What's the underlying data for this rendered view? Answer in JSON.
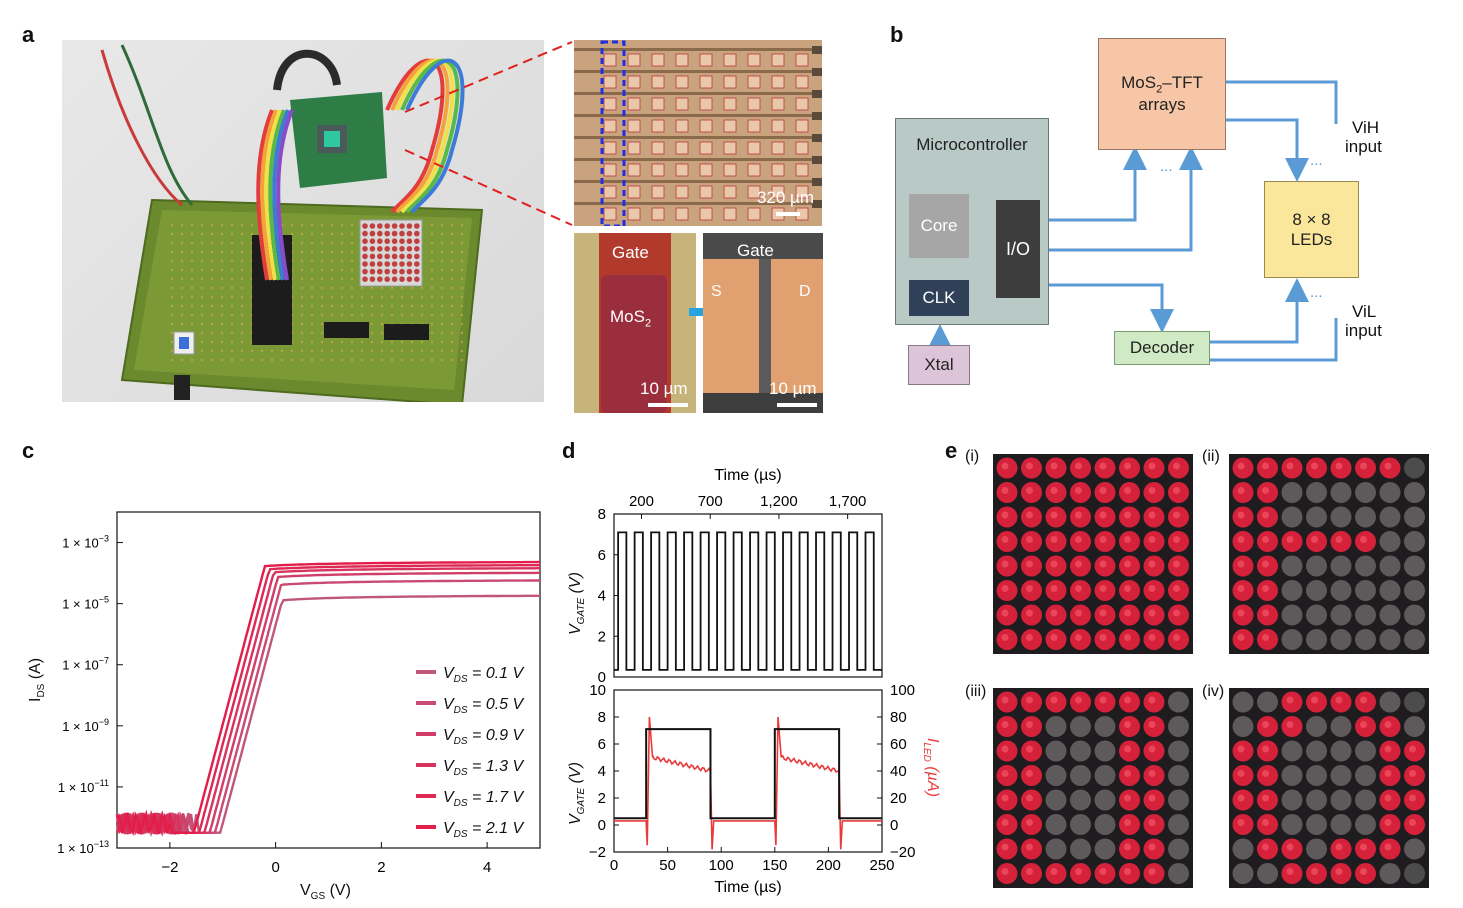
{
  "panels": {
    "a": "a",
    "b": "b",
    "c": "c",
    "d": "d",
    "e": "e"
  },
  "panel_a": {
    "scale_320": "320 µm",
    "gate_left": "Gate",
    "mos2_main": "MoS",
    "mos2_sub": "2",
    "scale_10_left": "10 µm",
    "gate_right": "Gate",
    "s_label": "S",
    "d_label": "D",
    "scale_10_right": "10 µm"
  },
  "panel_b": {
    "microcontroller": "Microcontroller",
    "core": "Core",
    "clk": "CLK",
    "io": "I/O",
    "xtal": "Xtal",
    "tft_line1_main": "MoS",
    "tft_line1_sub": "2",
    "tft_line1_rest": "–TFT",
    "tft_line2": "arrays",
    "leds_line1": "8 × 8",
    "leds_line2": "LEDs",
    "decoder": "Decoder",
    "vih1": "ViH",
    "vih2": "input",
    "vil1": "ViL",
    "vil2": "input",
    "dots": "..."
  },
  "panel_e": {
    "i": "(i)",
    "ii": "(ii)",
    "iii": "(iii)",
    "iv": "(iv)"
  },
  "chart_data": [
    {
      "type": "line",
      "panel": "c",
      "xlabel": "V",
      "xlabel_sub": "GS",
      "xlabel_unit": " (V)",
      "ylabel": "I",
      "ylabel_sub": "DS",
      "ylabel_unit": " (A)",
      "xlim": [
        -3,
        5
      ],
      "ylim_log10": [
        -13,
        -2
      ],
      "x_ticks": [
        -2,
        0,
        2,
        4
      ],
      "x_tick_labels": [
        "−2",
        "0",
        "2",
        "4"
      ],
      "y_ticks_log10": [
        -13,
        -11,
        -9,
        -7,
        -5,
        -3
      ],
      "y_tick_mantissa": "1 × 10",
      "y_tick_exponents": [
        "−13",
        "−11",
        "−9",
        "−7",
        "−5",
        "−3"
      ],
      "series": [
        {
          "name": "V",
          "name_sub": "DS",
          "name_value": " = 0.1 V",
          "color": "#c0577a",
          "vth": -1.0,
          "isat_log10": -4.7
        },
        {
          "name": "V",
          "name_sub": "DS",
          "name_value": " = 0.5 V",
          "color": "#c94a72",
          "vth": -1.1,
          "isat_log10": -4.2
        },
        {
          "name": "V",
          "name_sub": "DS",
          "name_value": " = 0.9 V",
          "color": "#d03e68",
          "vth": -1.2,
          "isat_log10": -3.95
        },
        {
          "name": "V",
          "name_sub": "DS",
          "name_value": " = 1.3 V",
          "color": "#d7335e",
          "vth": -1.3,
          "isat_log10": -3.8
        },
        {
          "name": "V",
          "name_sub": "DS",
          "name_value": " = 1.7 V",
          "color": "#de2854",
          "vth": -1.4,
          "isat_log10": -3.7
        },
        {
          "name": "V",
          "name_sub": "DS",
          "name_value": " = 2.1 V",
          "color": "#e31d4a",
          "vth": -1.5,
          "isat_log10": -3.6
        }
      ],
      "noise_floor_log10": -12.2
    },
    {
      "type": "line",
      "panel": "d-top",
      "top_axis_label": "Time (µs)",
      "top_ticks": [
        200,
        700,
        1200,
        1700
      ],
      "top_tick_labels": [
        "200",
        "700",
        "1,200",
        "1,700"
      ],
      "xlim": [
        0,
        1950
      ],
      "ylim": [
        0,
        8
      ],
      "y_ticks": [
        0,
        2,
        4,
        6,
        8
      ],
      "ylabel": "V",
      "ylabel_sub": "GATE",
      "ylabel_unit": " (V)",
      "high": 7.1,
      "low": 0.35,
      "period_us": 120,
      "duty": 0.5,
      "start_us": 30
    },
    {
      "type": "line",
      "panel": "d-bottom",
      "xlabel": "Time (µs)",
      "xlim": [
        0,
        250
      ],
      "x_ticks": [
        0,
        50,
        100,
        150,
        200,
        250
      ],
      "ylim_left": [
        -2,
        10
      ],
      "y_ticks_left": [
        -2,
        0,
        2,
        4,
        6,
        8,
        10
      ],
      "y_tick_labels_left": [
        "−2",
        "0",
        "2",
        "4",
        "6",
        "8",
        "10"
      ],
      "ylabel_left": "V",
      "ylabel_left_sub": "GATE",
      "ylabel_left_unit": " (V)",
      "ylim_right": [
        -20,
        100
      ],
      "y_ticks_right": [
        -20,
        0,
        20,
        40,
        60,
        80,
        100
      ],
      "y_tick_labels_right": [
        "−20",
        "0",
        "20",
        "40",
        "60",
        "80",
        "100"
      ],
      "ylabel_right": "I",
      "ylabel_right_sub": "LED",
      "ylabel_right_unit": " (µA)",
      "series": [
        {
          "name": "VGATE",
          "color": "#111111",
          "high": 7.1,
          "low": 0.5,
          "edges": [
            30,
            90,
            150,
            210
          ]
        },
        {
          "name": "ILED",
          "color": "#e83a3a",
          "spike": 80,
          "start": 50,
          "end": 40,
          "neg_spike": -18,
          "base": 3,
          "edges": [
            30,
            90,
            150,
            210
          ]
        }
      ]
    }
  ],
  "led_patterns": {
    "i": [
      "11111111",
      "11111111",
      "11111111",
      "11111111",
      "11111111",
      "11111111",
      "11111111",
      "11111111"
    ],
    "ii": [
      "1111111b",
      "11000000",
      "11000000",
      "11111100",
      "11000000",
      "11000000",
      "11000000",
      "11000000"
    ],
    "iii": [
      "11111110",
      "11000110",
      "11000110",
      "11000110",
      "11000110",
      "11000110",
      "11000110",
      "11111110"
    ],
    "iv": [
      "0011110b",
      "01100110",
      "11000011",
      "11000011",
      "11000011",
      "11000011",
      "01101110",
      "0011110b"
    ]
  },
  "colors": {
    "tft": "#f7c6a6",
    "leds": "#fbe79c",
    "decoder": "#cfeac4",
    "xtal": "#dcc5d9",
    "micro": "#b8c9c6",
    "core": "#a6a6a6",
    "clk": "#2f4058",
    "io": "#3d3d3d",
    "arrow": "#5b9bd5",
    "curve_red": "#e31d4a",
    "led_on": "#e0223d"
  }
}
